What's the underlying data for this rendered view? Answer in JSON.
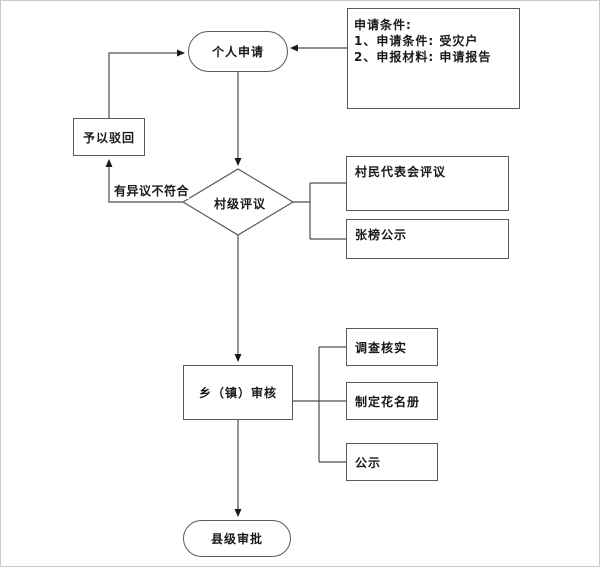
{
  "canvas": {
    "background": "#ffffff",
    "frame_color": "#c9c9c9",
    "line_color": "#4d4d4d",
    "node_border_color": "#595959",
    "arrow_color": "#1a1a1a",
    "text_color": "#1a1a1a"
  },
  "nodes": {
    "personal_application": {
      "label": "个人申请",
      "shape": "stadium"
    },
    "conditions_note": {
      "title": "申请条件:",
      "line1": "1、申请条件: 受灾户",
      "line2": "2、申报材料: 申请报告",
      "shape": "rectangle"
    },
    "reject": {
      "label": "予以驳回",
      "shape": "rectangle"
    },
    "village_review": {
      "label": "村级评议",
      "shape": "diamond"
    },
    "villager_congress_review": {
      "label": "村民代表会评议",
      "shape": "rectangle"
    },
    "posting_publicity": {
      "label": "张榜公示",
      "shape": "rectangle"
    },
    "township_audit": {
      "label": "乡（镇）审核",
      "shape": "rectangle"
    },
    "investigate_verify": {
      "label": "调查核实",
      "shape": "rectangle"
    },
    "make_roster": {
      "label": "制定花名册",
      "shape": "rectangle"
    },
    "publicity": {
      "label": "公示",
      "shape": "rectangle"
    },
    "county_approval": {
      "label": "县级审批",
      "shape": "stadium"
    }
  },
  "edges": {
    "objection_label": "有异议不符合"
  }
}
